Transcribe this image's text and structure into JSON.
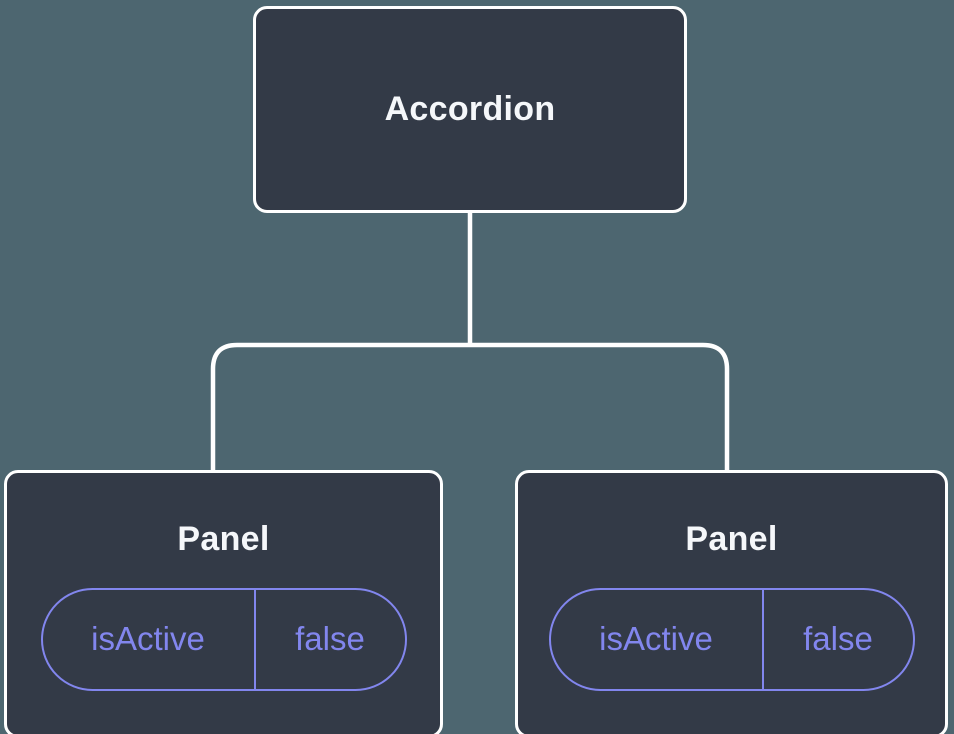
{
  "diagram": {
    "root": {
      "label": "Accordion"
    },
    "panels": [
      {
        "label": "Panel",
        "state": {
          "name": "isActive",
          "value": "false"
        }
      },
      {
        "label": "Panel",
        "state": {
          "name": "isActive",
          "value": "false"
        }
      }
    ]
  },
  "colors": {
    "background": "#4d6670",
    "node_fill": "#333a47",
    "node_border": "#ffffff",
    "label_text": "#f5f7fa",
    "state_accent": "#8286ee"
  }
}
